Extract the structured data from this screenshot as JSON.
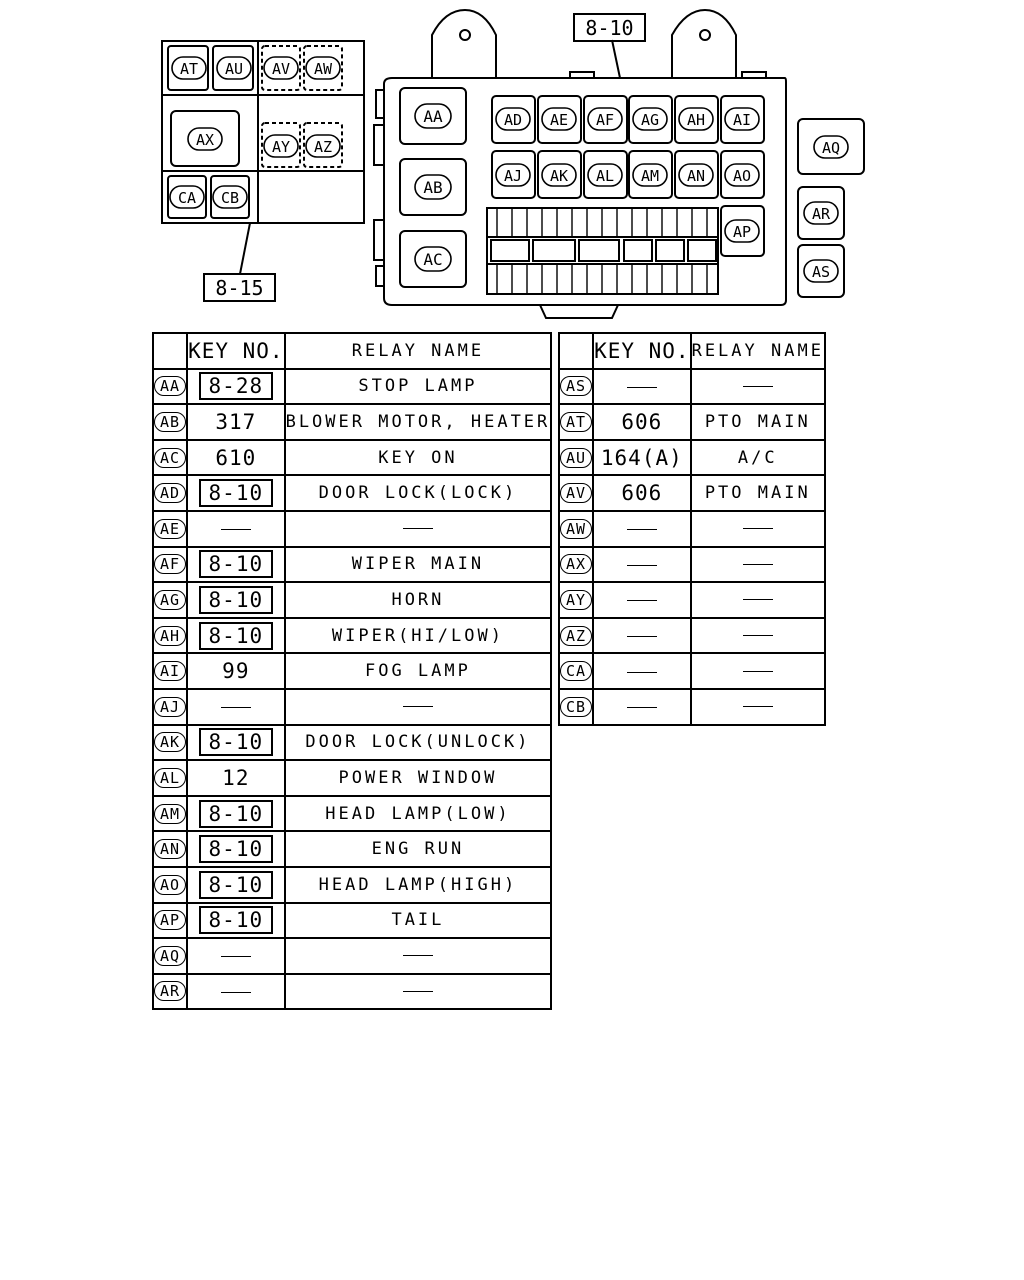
{
  "diagram": {
    "callout_right": "8-10",
    "callout_left": "8-15",
    "small_box": [
      {
        "id": "at",
        "label": "AT"
      },
      {
        "id": "au",
        "label": "AU"
      },
      {
        "id": "av",
        "label": "AV"
      },
      {
        "id": "aw",
        "label": "AW"
      },
      {
        "id": "ax",
        "label": "AX"
      },
      {
        "id": "ay",
        "label": "AY"
      },
      {
        "id": "az",
        "label": "AZ"
      },
      {
        "id": "ca",
        "label": "CA"
      },
      {
        "id": "cb",
        "label": "CB"
      }
    ],
    "main_box": [
      {
        "id": "aa",
        "label": "AA"
      },
      {
        "id": "ab",
        "label": "AB"
      },
      {
        "id": "ac",
        "label": "AC"
      },
      {
        "id": "ad",
        "label": "AD"
      },
      {
        "id": "ae",
        "label": "AE"
      },
      {
        "id": "af",
        "label": "AF"
      },
      {
        "id": "ag",
        "label": "AG"
      },
      {
        "id": "ah",
        "label": "AH"
      },
      {
        "id": "ai",
        "label": "AI"
      },
      {
        "id": "aj",
        "label": "AJ"
      },
      {
        "id": "ak",
        "label": "AK"
      },
      {
        "id": "al",
        "label": "AL"
      },
      {
        "id": "am",
        "label": "AM"
      },
      {
        "id": "an",
        "label": "AN"
      },
      {
        "id": "ao",
        "label": "AO"
      },
      {
        "id": "ap",
        "label": "AP"
      },
      {
        "id": "aq",
        "label": "AQ"
      },
      {
        "id": "ar",
        "label": "AR"
      },
      {
        "id": "as",
        "label": "AS"
      }
    ]
  },
  "table": {
    "header": {
      "key_no": "KEY NO.",
      "relay_name": "RELAY NAME"
    },
    "dash": "—",
    "left": [
      {
        "code": "AA",
        "key": "8-28",
        "boxed": true,
        "name": "STOP LAMP"
      },
      {
        "code": "AB",
        "key": "317",
        "boxed": false,
        "name": "BLOWER MOTOR, HEATER"
      },
      {
        "code": "AC",
        "key": "610",
        "boxed": false,
        "name": "KEY ON"
      },
      {
        "code": "AD",
        "key": "8-10",
        "boxed": true,
        "name": "DOOR LOCK(LOCK)"
      },
      {
        "code": "AE",
        "key": "",
        "boxed": false,
        "name": ""
      },
      {
        "code": "AF",
        "key": "8-10",
        "boxed": true,
        "name": "WIPER MAIN"
      },
      {
        "code": "AG",
        "key": "8-10",
        "boxed": true,
        "name": "HORN"
      },
      {
        "code": "AH",
        "key": "8-10",
        "boxed": true,
        "name": "WIPER(HI/LOW)"
      },
      {
        "code": "AI",
        "key": "99",
        "boxed": false,
        "name": "FOG LAMP"
      },
      {
        "code": "AJ",
        "key": "",
        "boxed": false,
        "name": ""
      },
      {
        "code": "AK",
        "key": "8-10",
        "boxed": true,
        "name": "DOOR LOCK(UNLOCK)"
      },
      {
        "code": "AL",
        "key": "12",
        "boxed": false,
        "name": "POWER WINDOW"
      },
      {
        "code": "AM",
        "key": "8-10",
        "boxed": true,
        "name": "HEAD LAMP(LOW)"
      },
      {
        "code": "AN",
        "key": "8-10",
        "boxed": true,
        "name": "ENG RUN"
      },
      {
        "code": "AO",
        "key": "8-10",
        "boxed": true,
        "name": "HEAD LAMP(HIGH)"
      },
      {
        "code": "AP",
        "key": "8-10",
        "boxed": true,
        "name": "TAIL"
      },
      {
        "code": "AQ",
        "key": "",
        "boxed": false,
        "name": ""
      },
      {
        "code": "AR",
        "key": "",
        "boxed": false,
        "name": ""
      }
    ],
    "right": [
      {
        "code": "AS",
        "key": "",
        "boxed": false,
        "name": ""
      },
      {
        "code": "AT",
        "key": "606",
        "boxed": false,
        "name": "PTO MAIN"
      },
      {
        "code": "AU",
        "key": "164(A)",
        "boxed": false,
        "name": "A/C"
      },
      {
        "code": "AV",
        "key": "606",
        "boxed": false,
        "name": "PTO MAIN"
      },
      {
        "code": "AW",
        "key": "",
        "boxed": false,
        "name": ""
      },
      {
        "code": "AX",
        "key": "",
        "boxed": false,
        "name": ""
      },
      {
        "code": "AY",
        "key": "",
        "boxed": false,
        "name": ""
      },
      {
        "code": "AZ",
        "key": "",
        "boxed": false,
        "name": ""
      },
      {
        "code": "CA",
        "key": "",
        "boxed": false,
        "name": ""
      },
      {
        "code": "CB",
        "key": "",
        "boxed": false,
        "name": ""
      }
    ]
  }
}
